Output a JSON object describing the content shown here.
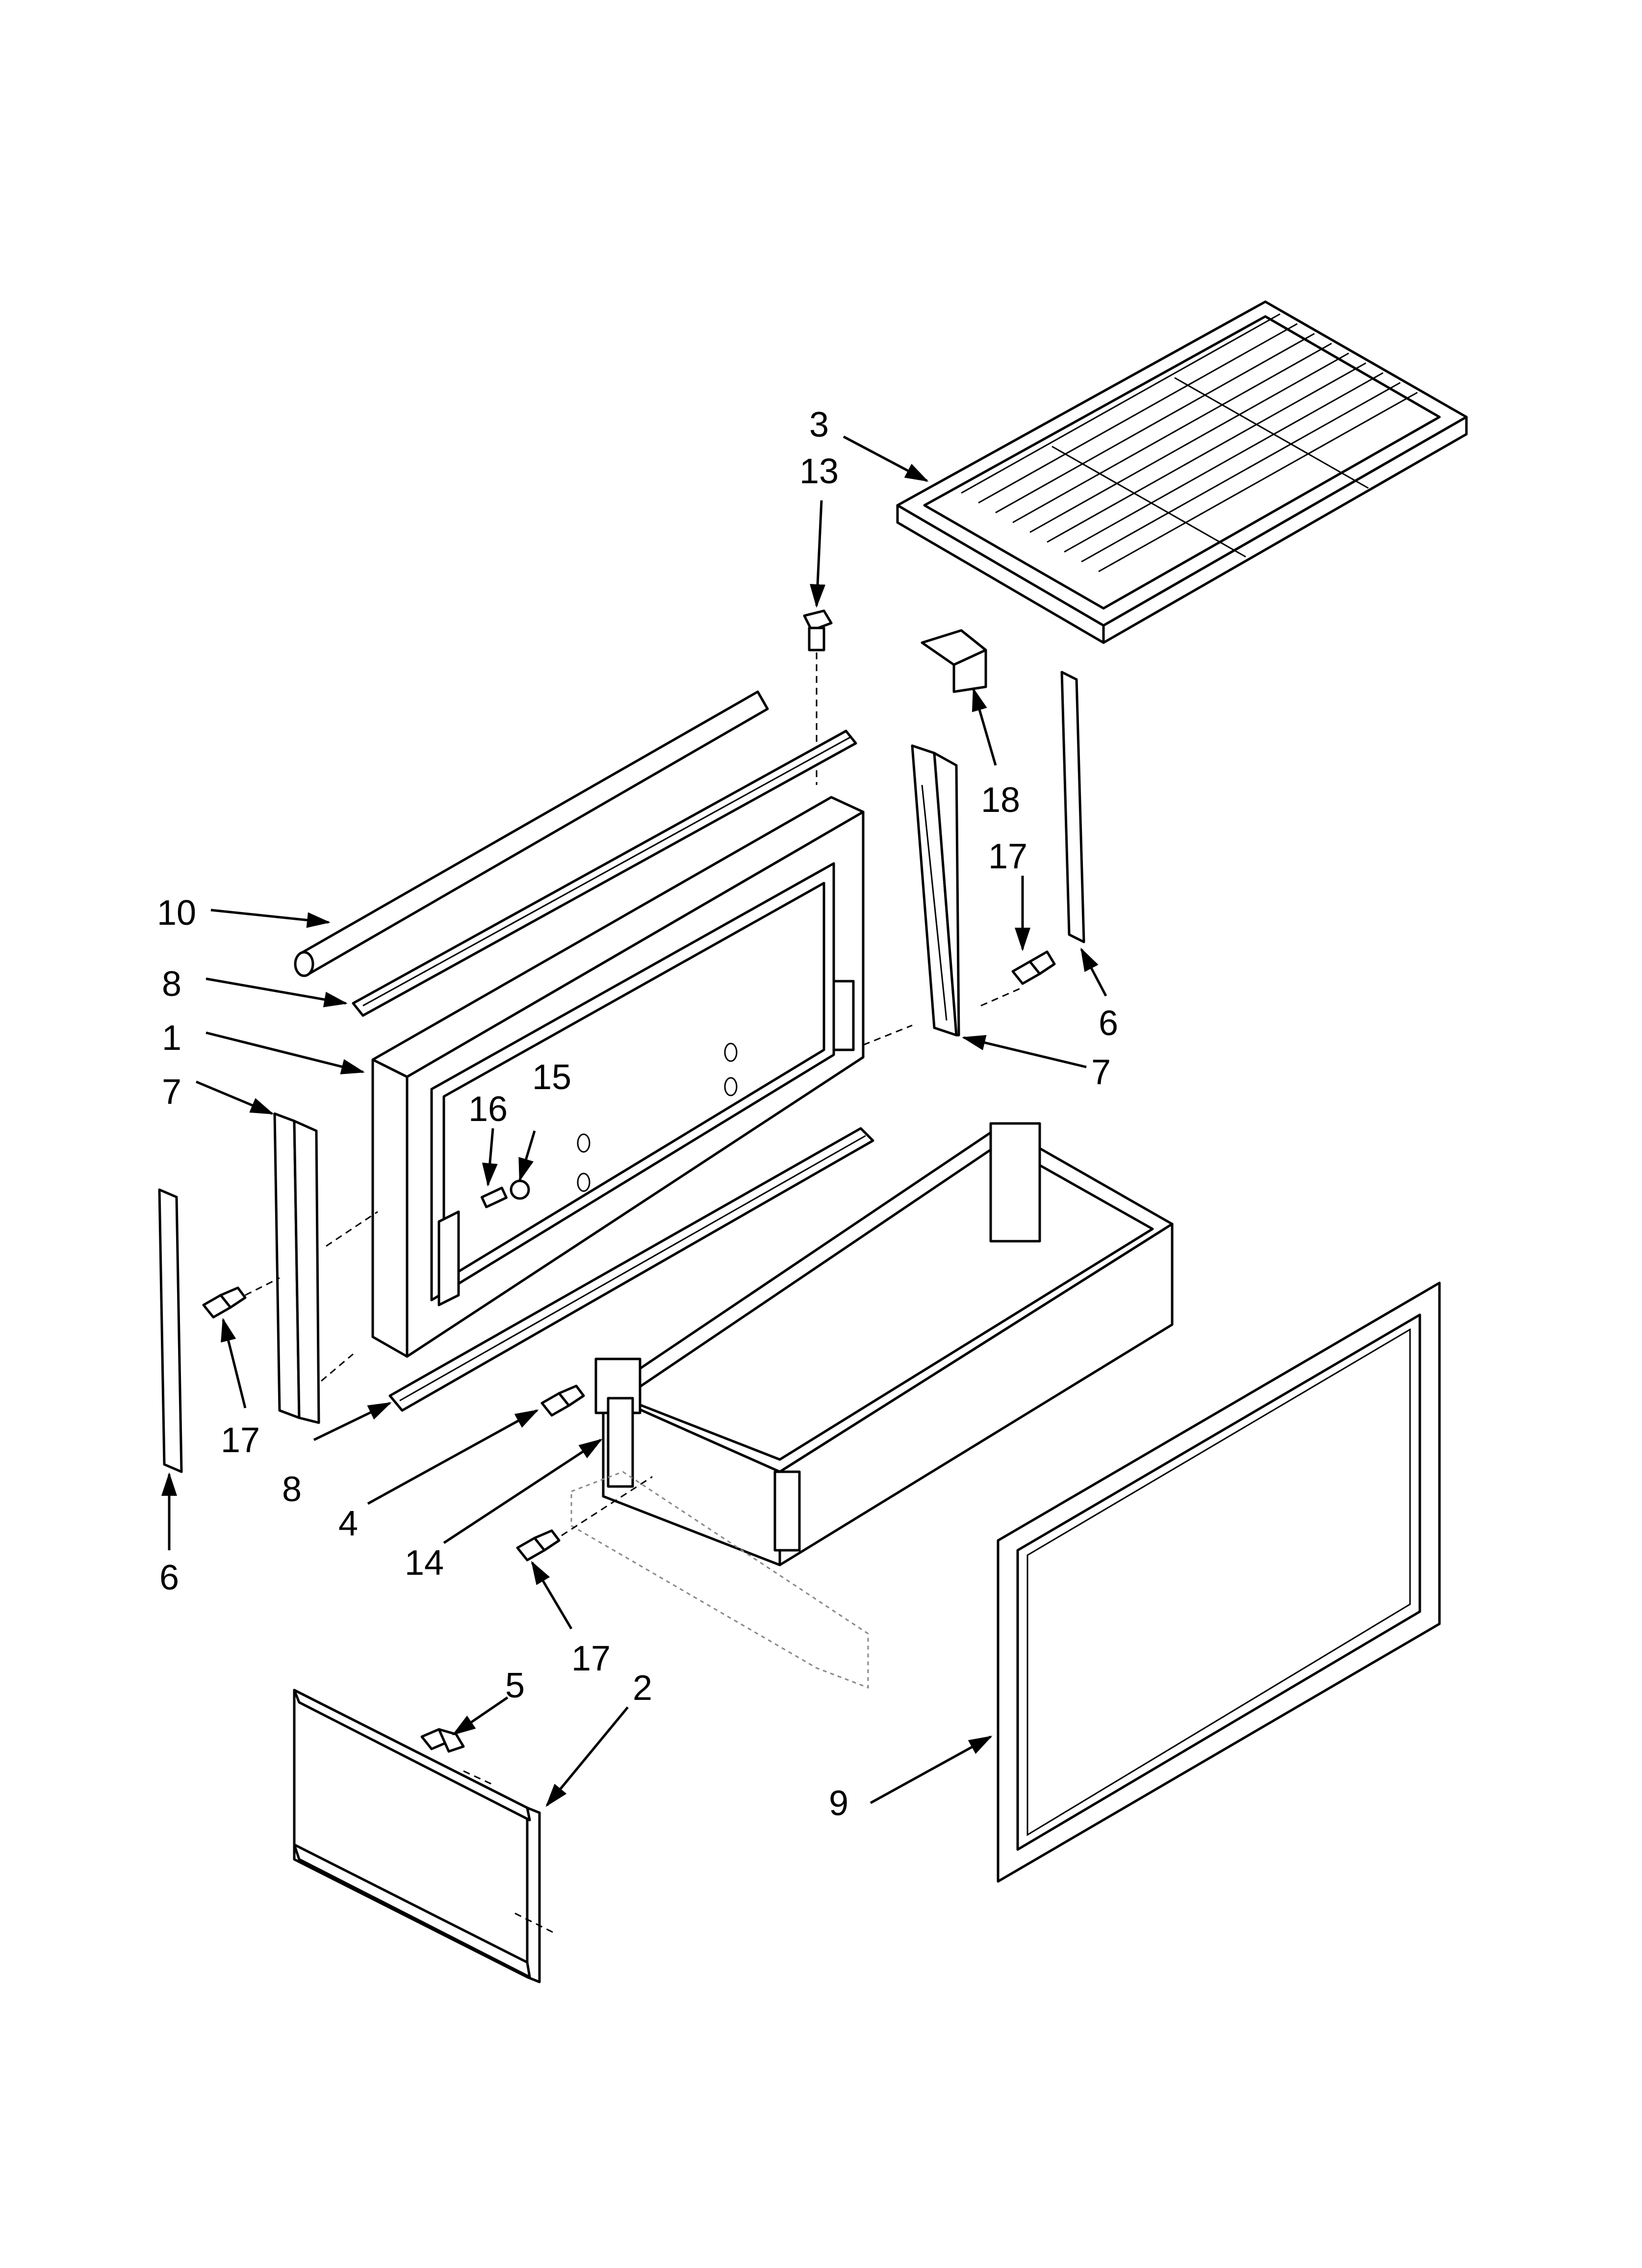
{
  "callouts": [
    {
      "id": "c1",
      "text": "1"
    },
    {
      "id": "c2",
      "text": "2"
    },
    {
      "id": "c3",
      "text": "3"
    },
    {
      "id": "c4",
      "text": "4"
    },
    {
      "id": "c5",
      "text": "5"
    },
    {
      "id": "c6a",
      "text": "6"
    },
    {
      "id": "c6b",
      "text": "6"
    },
    {
      "id": "c7a",
      "text": "7"
    },
    {
      "id": "c7b",
      "text": "7"
    },
    {
      "id": "c8a",
      "text": "8"
    },
    {
      "id": "c8b",
      "text": "8"
    },
    {
      "id": "c9",
      "text": "9"
    },
    {
      "id": "c10",
      "text": "10"
    },
    {
      "id": "c13",
      "text": "13"
    },
    {
      "id": "c14",
      "text": "14"
    },
    {
      "id": "c15",
      "text": "15"
    },
    {
      "id": "c16",
      "text": "16"
    },
    {
      "id": "c17a",
      "text": "17"
    },
    {
      "id": "c17b",
      "text": "17"
    },
    {
      "id": "c17c",
      "text": "17"
    },
    {
      "id": "c18",
      "text": "18"
    }
  ]
}
